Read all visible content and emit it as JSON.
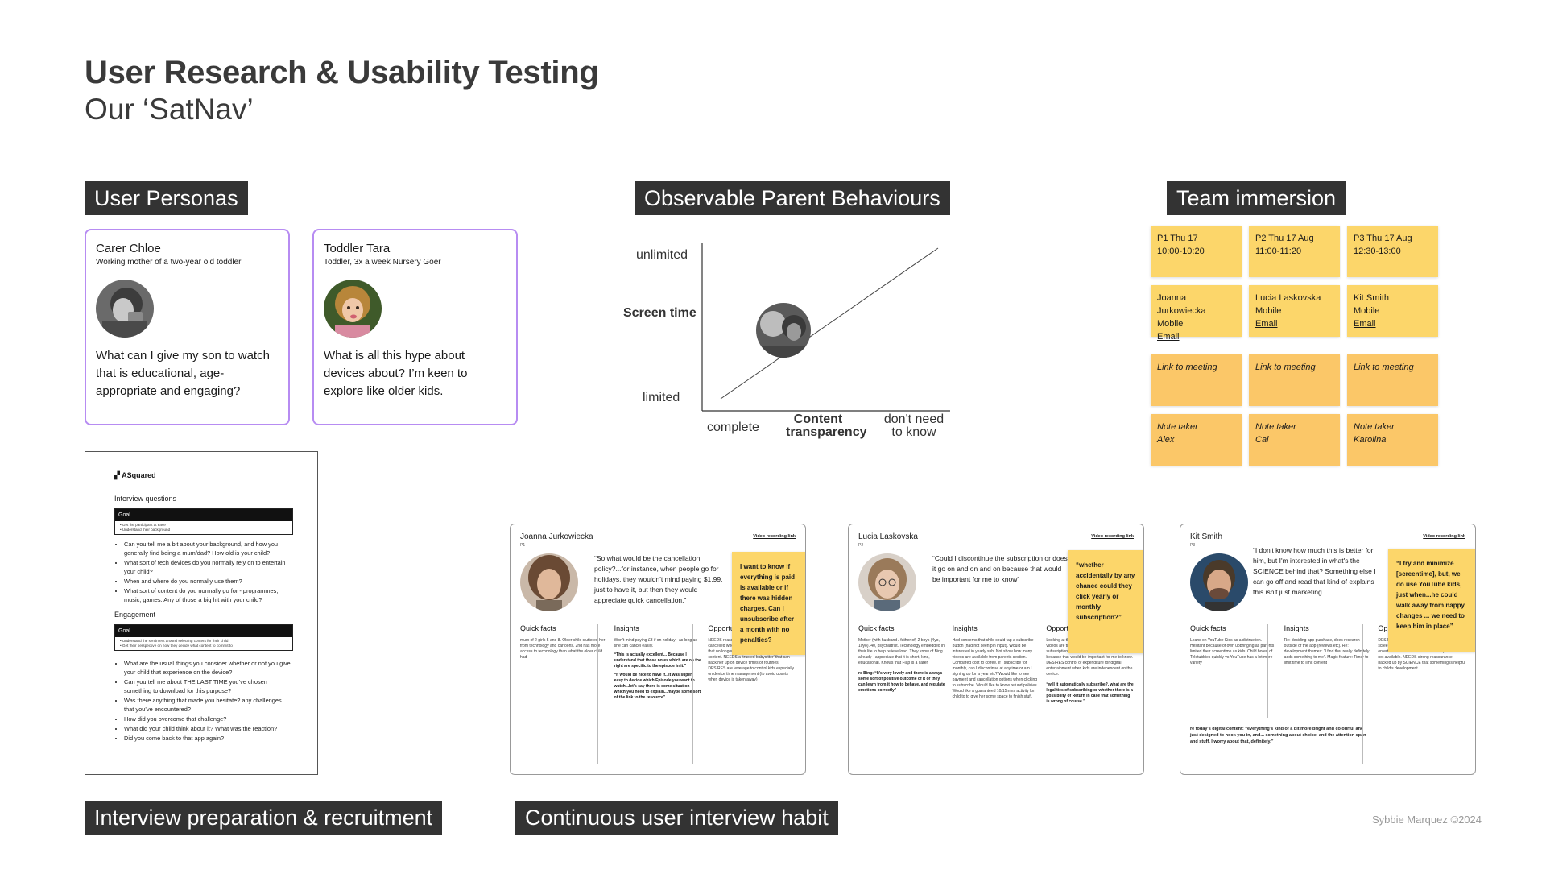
{
  "header": {
    "title": "User Research & Usability Testing",
    "subtitle": "Our ‘SatNav’"
  },
  "sections": {
    "personas": "User Personas",
    "behaviours": "Observable Parent Behaviours",
    "team": "Team immersion",
    "interview_prep": "Interview preparation & recruitment",
    "continuous": "Continuous user interview habit"
  },
  "personas": [
    {
      "name": "Carer Chloe",
      "desc": "Working mother of a two-year old toddler",
      "quote": "What can I give my son to watch that is educational, age-appropriate and engaging?"
    },
    {
      "name": "Toddler Tara",
      "desc": "Toddler, 3x a week Nursery Goer",
      "quote": "What is all this hype about devices about? I’m keen to explore like older kids."
    }
  ],
  "doc": {
    "logo": "ASquared",
    "heading": "Interview questions",
    "goal_label": "Goal",
    "goal1_items": [
      "Get the participant at ease",
      "Understand their background"
    ],
    "questions1": [
      "Can you tell me a bit about your background, and how you generally find being a mum/dad? How old is your child?",
      "What sort of tech devices do you normally rely on to entertain your child?",
      "When and where do you normally use them?",
      "What sort of content do you normally go for - programmes, music, games. Any of those a big hit with your child?"
    ],
    "engagement": "Engagement",
    "goal2_items": [
      "Understand the sentiment around selecting content for their child",
      "Get their perspective on how they decide what content to commit to"
    ],
    "questions2": [
      "What are the usual things you consider whether or not you give your child that experience on the device?",
      "Can you tell me about THE LAST TIME you’ve chosen something to download for this purpose?",
      "Was there anything that made you hesitate? any challenges that you’ve encountered?",
      "How did you overcome that challenge?",
      "What did your child think about it? What was the reaction?",
      "Did you come back to that app again?"
    ]
  },
  "chart": {
    "y_top": "unlimited",
    "y_label": "Screen time",
    "y_bottom": "limited",
    "x_left": "complete",
    "x_label_1": "Content",
    "x_label_2": "transparency",
    "x_right_1": "don't need",
    "x_right_2": "to know"
  },
  "team": {
    "slots": [
      {
        "session": "P1 Thu 17",
        "time": "10:00-10:20",
        "name": "Joanna Jurkowiecka",
        "device": "Mobile",
        "email": "Email",
        "link": "Link to meeting",
        "note_label": "Note taker",
        "note_name": "Alex"
      },
      {
        "session": "P2 Thu 17 Aug",
        "time": "11:00-11:20",
        "name": "Lucia Laskovska",
        "device": "Mobile",
        "email": "Email",
        "link": "Link to meeting",
        "note_label": "Note taker",
        "note_name": "Cal"
      },
      {
        "session": "P3 Thu 17 Aug",
        "time": "12:30-13:00",
        "name": "Kit Smith",
        "device": "Mobile",
        "email": "Email",
        "link": "Link to meeting",
        "note_label": "Note taker",
        "note_name": "Karolina"
      }
    ]
  },
  "interviews": [
    {
      "name": "Joanna Jurkowiecka",
      "pnum": "P1",
      "video": "Video recording link",
      "quote": "“So what would be the cancellation policy?...for instance, when people go for holidays, they wouldn't mind paying $1.99, just to have it, but then they would appreciate quick cancellation.”",
      "sticky": "I want to know if everything is paid is available or if there was hidden charges. Can I unsubscribe after a month with no penalties?",
      "col1": "Quick facts",
      "col2": "Insights",
      "col3": "Opportu",
      "facts": "mum of 2 girls 5 and 8. Older child cluttered her from technology and cartoons. 2nd has more access to technology than what the older child had",
      "insights_a": "Won't mind paying £3 if on holiday - as long as she can cancel easily.",
      "insights_b": "“This is actually excellent... Because I understand that those notes which are on the right are specific to the episode in it.”",
      "insights_c": "“It would be nice to have if...it was super easy to decide which Episode you want to watch...let's say there is some situation which you need to explain...maybe some sort of the link to the resource”",
      "opps": "NEEDS reassurance re subscription easily cancelled when on holiday. PAINPOINT content that no longer working of potentially disturbing content. NEEDS a 'trusted babysitter' that can back her up on device times or routines. DESIRES are leverage to control kids especially on device time management (to avoid upsets when device is taken away)"
    },
    {
      "name": "Lucia Laskovska",
      "pnum": "P2",
      "video": "Video recording link",
      "quote": "“Could I discontinue the subscription or does it go on and on and on because that would be important for me to know”",
      "sticky": "“whether accidentally by any chance could they click yearly or monthly subscription?”",
      "col1": "Quick facts",
      "col2": "Insights",
      "col3": "Opportu",
      "facts": "Mother (with husband / father of) 2 boys (4yo, 10yo). 40, psychiatrist. Technology embedded in their life to help relieve load. They know of Bing already - appreciate that it is short, kind, educational. Knows that Flap is a carer",
      "facts_b": "re Bing: “It's very lovely and there is always some sort of positive outcome of it or they can learn from it how to behave, and regulate emotions correctly”",
      "insights_a": "Had concerns that child could tap a subscribe button (had not seen pin input). Would be interested in yearly sub. Not show how many videos are available from parents section. Compared cost to coffee. If I subscribe for monthly, can I discontinue at anytime or am I signing up for a year etc? Would like to see payment and cancellation options when clicking to subscribe. Would like to know refund policies. Would like a guaranteed 10/15mins activity for child to to give her some space to finish stuff.",
      "opps": "Looking at the prices: “the kid sees how many videos are there”. Could I discontinue the subscription or does it go on and on and on because that would be important for me to know. DESIRES control of expenditure for digital entertainment when kids are independent on the device.",
      "opps_b": "“will it automatically subscribe?, what are the legalities of subscribing or whether there is a possibility of Return in case that something is wrong of course.”"
    },
    {
      "name": "Kit Smith",
      "pnum": "P3",
      "video": "Video recording link",
      "quote": "“I don't know how much this is better for him, but I'm interested in what's the SCIENCE behind that? Something else I can go off and read that kind of explains this isn't just marketing",
      "sticky": "“I try and minimize [screentime], but, we do use YouTube kids, just when...he could walk away from nappy changes ... we need to keep him in place”",
      "col1": "Quick facts",
      "col2": "Insights",
      "col3": "Oppo",
      "facts": "Leans on YouTube Kids as a distraction. Hesitant because of own upbringing as parents limited their screentime as kids. Child bored of Teletubbies quickly vs YouTube has a lot more variety",
      "insights_a": "Re: deciding app purchase, does research outside of the app (reviews etc). Re: development themes: “I find that really definitely adds something to me”. Magic feature: Timer to limit time to limit content",
      "insights_b": "re today's digital content: “everything's kind of a bit more bright and colourful and just designed to hook you in, and... something about choice, and the attention span and stuff. I worry about that, definitely.”",
      "opps": "DESIRE strong desire to preserve child from screen use. NEEDS a reliable 'backup' to entertain or distract child whilst both parents are not available. NEEDS strong reassurance backed up by SCIENCE that something is helpful to child's development"
    }
  ],
  "footer": "Sybbie Marquez ©2024",
  "colors": {
    "label_bg": "#333333",
    "persona_border": "#b78cf2",
    "sticky_yellow": "#fcd66a",
    "sticky_orange": "#fbc768"
  }
}
